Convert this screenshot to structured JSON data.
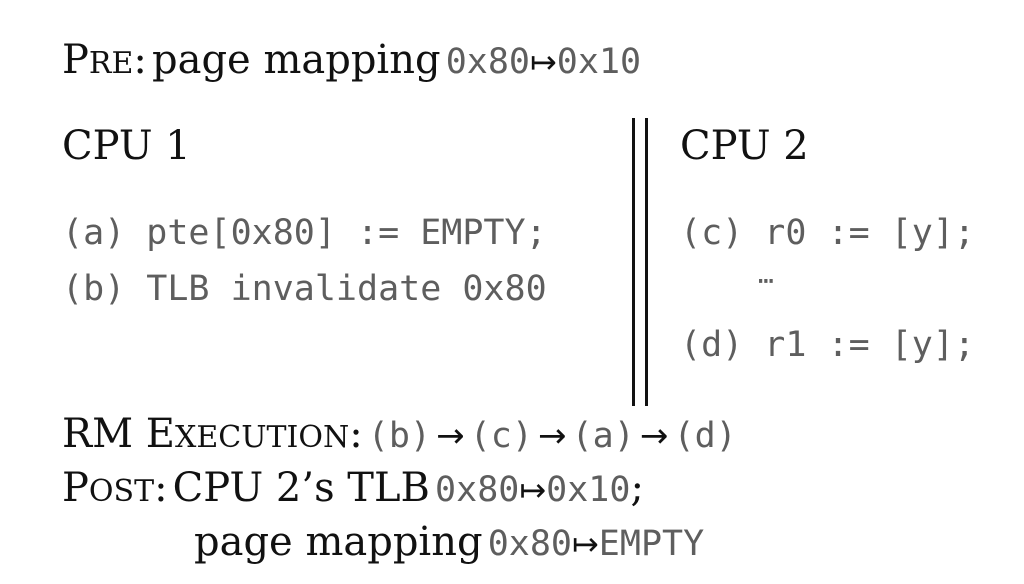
{
  "pre": {
    "label_big": "P",
    "label_small": "RE",
    "colon": ":",
    "text": "page mapping",
    "from": "0x80",
    "maps_to": "↦",
    "to": "0x10"
  },
  "cpu1": {
    "title": "CPU 1",
    "lines": [
      "(a) pte[0x80] := EMPTY;",
      "(b) TLB invalidate 0x80"
    ]
  },
  "cpu2": {
    "title": "CPU 2",
    "line_c": "(c) r0 := [y];",
    "ellipsis": "⋯",
    "line_d": "(d) r1 := [y];"
  },
  "execution": {
    "label_r_big": "RM ",
    "label_e_big": "E",
    "label_small": "XECUTION",
    "colon": ":",
    "steps": [
      "(b)",
      "(c)",
      "(a)",
      "(d)"
    ],
    "arrow": "→"
  },
  "post": {
    "label_big": "P",
    "label_small": "OST",
    "colon": ":",
    "text1": "CPU 2’s TLB",
    "from1": "0x80",
    "maps_to": "↦",
    "to1": "0x10",
    "semicolon": ";",
    "text2": "page mapping",
    "from2": "0x80",
    "to2": "EMPTY"
  }
}
